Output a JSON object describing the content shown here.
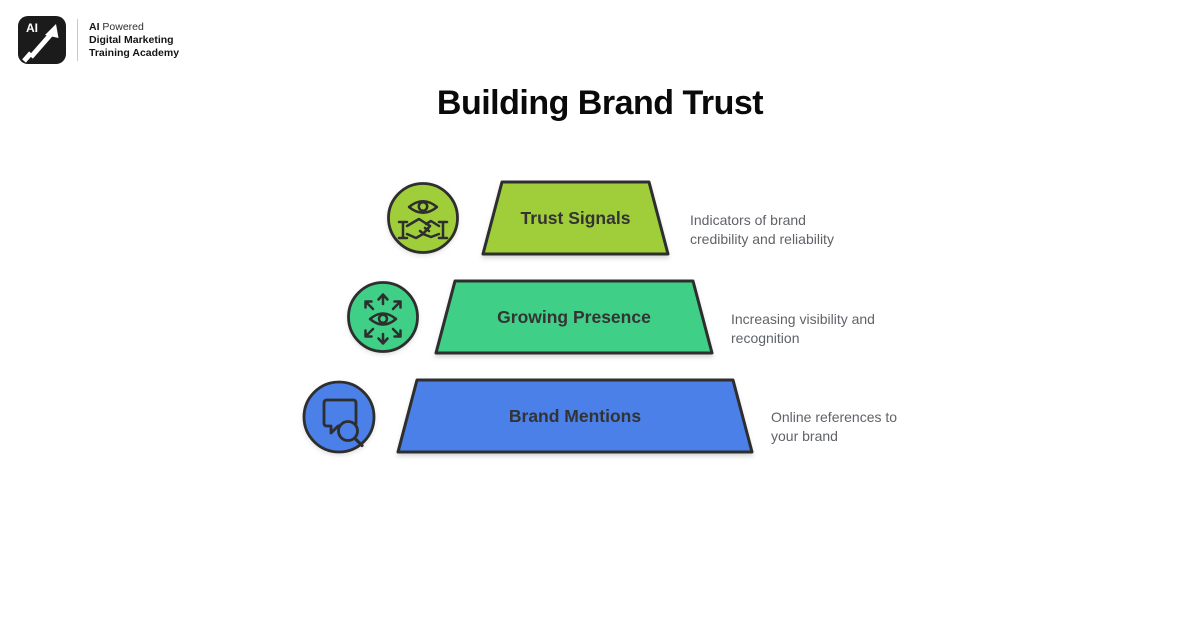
{
  "logo": {
    "badge": "AI",
    "brand_line1_bold": "AI",
    "brand_line1_regular": " Powered",
    "brand_line2": "Digital Marketing",
    "brand_line3": "Training Academy"
  },
  "title": "Building Brand Trust",
  "pyramid": {
    "levels": [
      {
        "label": "Trust Signals",
        "description": "Indicators of brand credibility and reliability",
        "color": "#a0cd3a",
        "icon": "eye-handshake-icon"
      },
      {
        "label": "Growing Presence",
        "description": "Increasing visibility and recognition",
        "color": "#3fcf87",
        "icon": "eye-expand-icon"
      },
      {
        "label": "Brand Mentions",
        "description": "Online references to your brand",
        "color": "#4a80e8",
        "icon": "chat-search-icon"
      }
    ]
  },
  "colors": {
    "outline": "#2e2e2e",
    "label_text": "#333333",
    "description_text": "#5f6368",
    "title_text": "#0a0a0a",
    "background": "#ffffff"
  }
}
